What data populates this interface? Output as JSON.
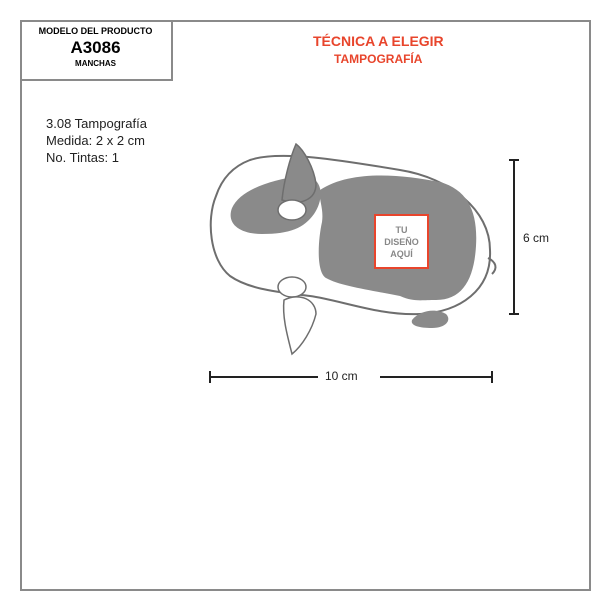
{
  "model": {
    "label": "MODELO DEL PRODUCTO",
    "code": "A3086",
    "name": "MANCHAS"
  },
  "technique": {
    "title": "TÉCNICA A ELEGIR",
    "value": "TAMPOGRAFÍA"
  },
  "specs": [
    "3.08 Tampografía",
    "Medida:  2 x 2 cm",
    "No. Tintas: 1"
  ],
  "design_area": {
    "line1": "TU",
    "line2": "DISEÑO",
    "line3": "AQUÍ"
  },
  "dimensions": {
    "height": "6 cm",
    "width": "10 cm"
  },
  "colors": {
    "accent": "#e8452c",
    "spots": "#8a8a8a",
    "outline": "#6e6e6e"
  }
}
